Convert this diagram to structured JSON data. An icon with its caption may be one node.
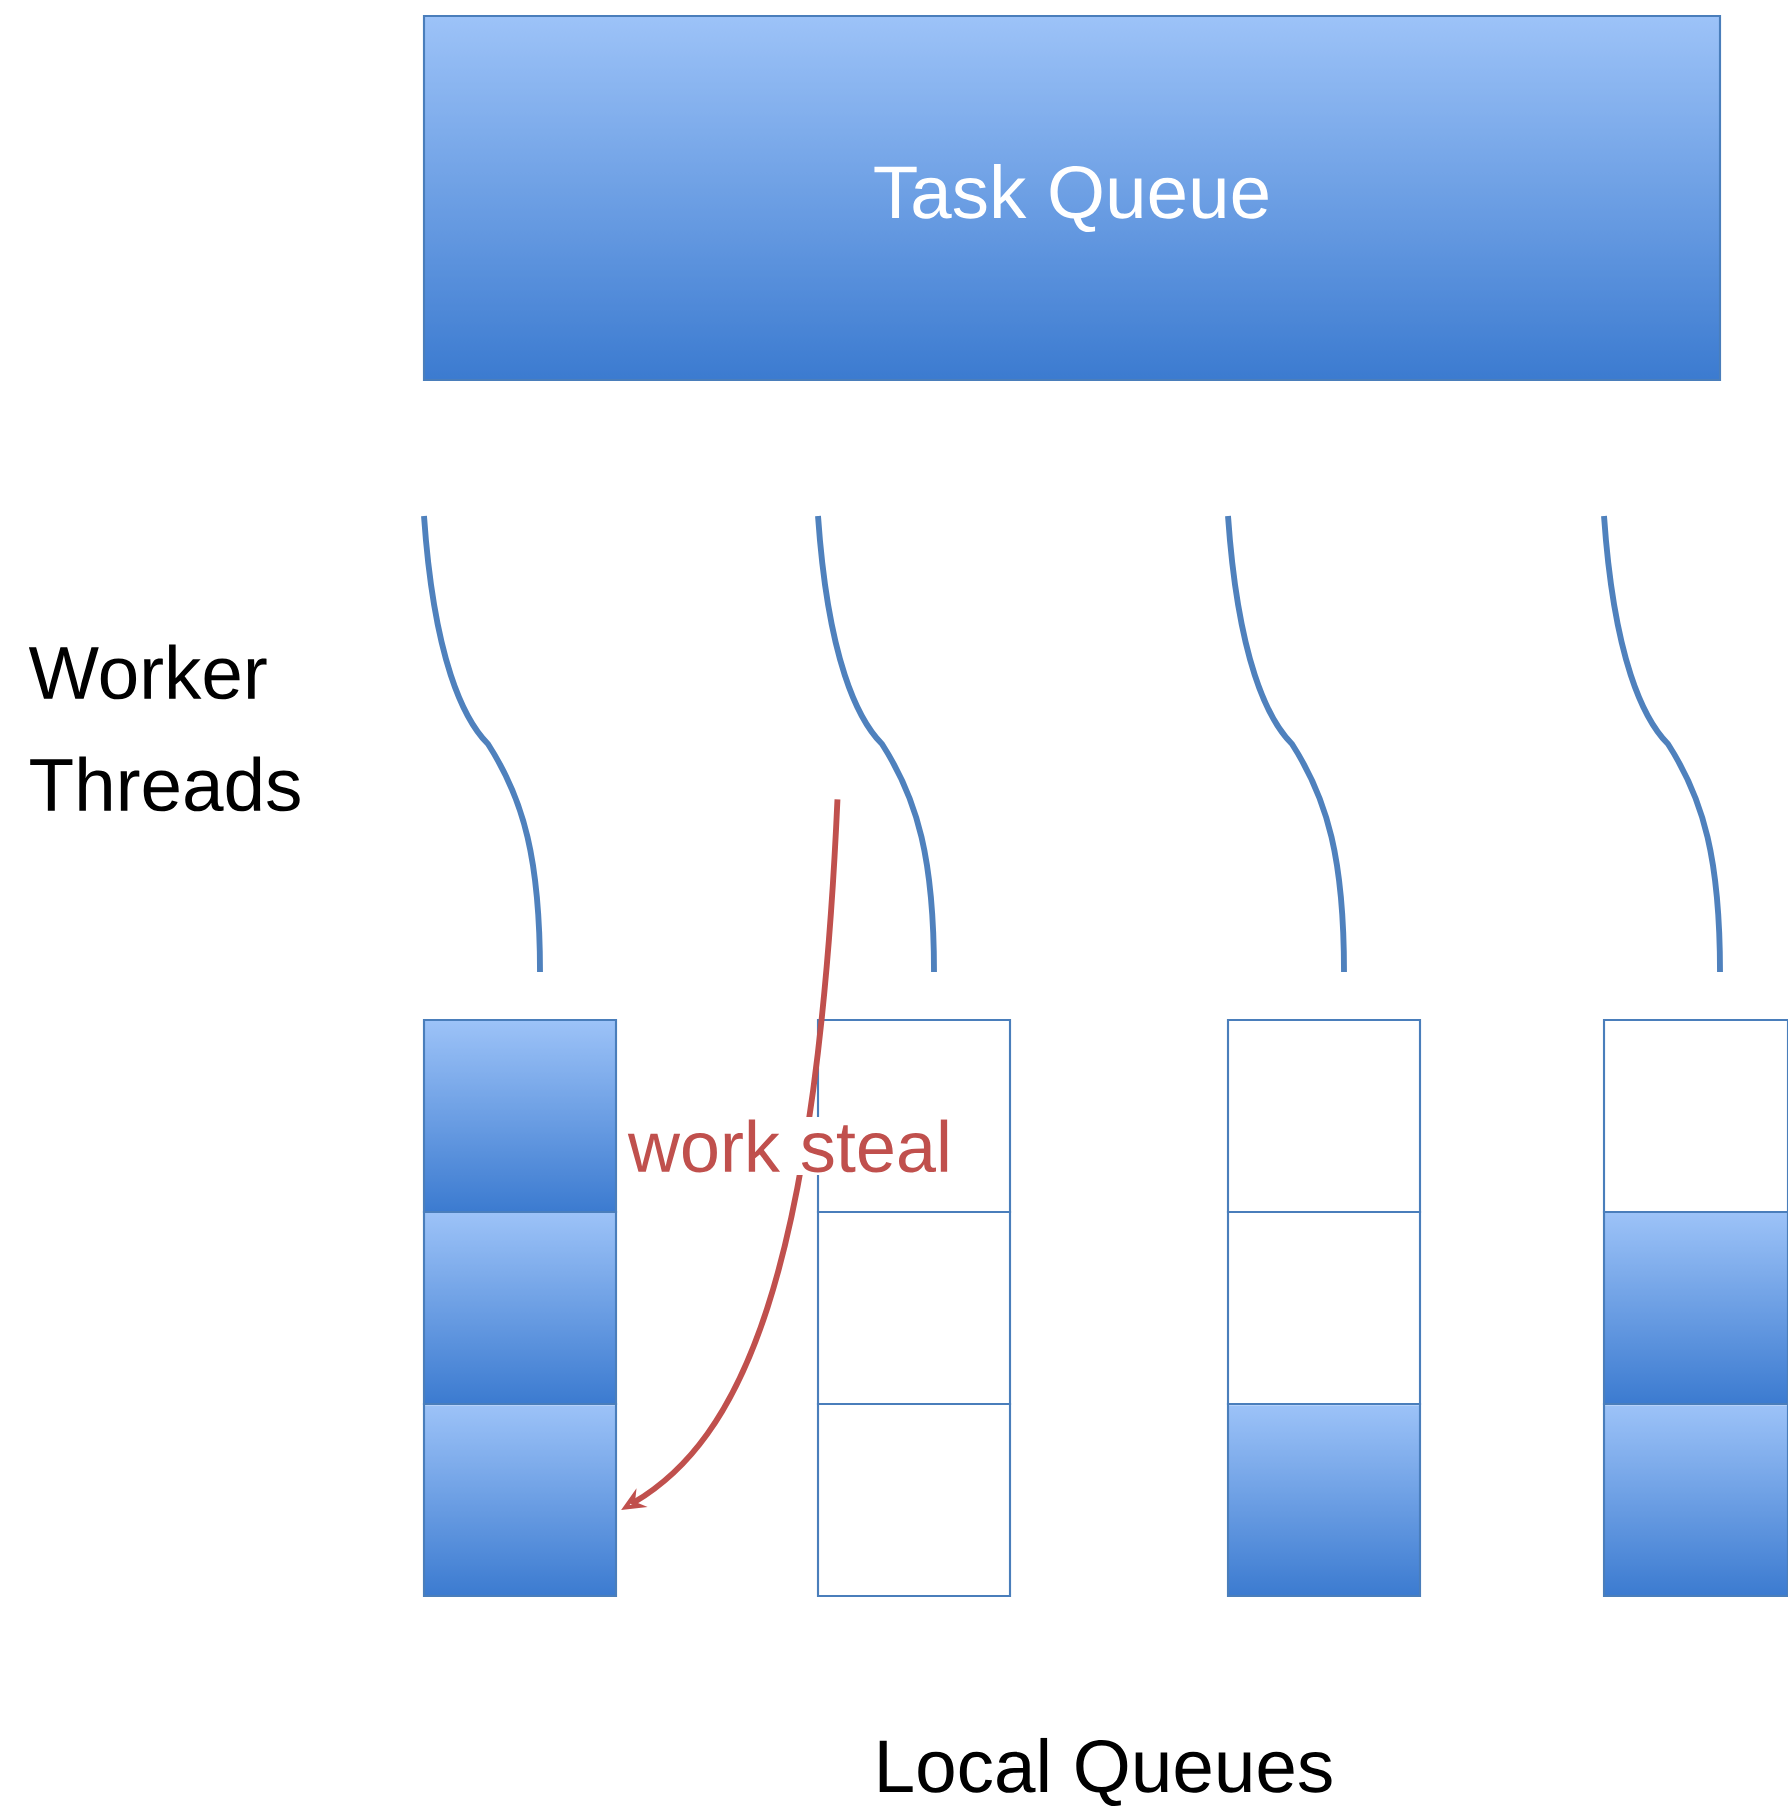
{
  "diagram": {
    "nodes": [
      {
        "text": [
          "Task Queue"
        ]
      },
      {
        "text": [],
        "shape": "curve"
      },
      {
        "text": [],
        "shape": "curve"
      },
      {
        "text": [],
        "shape": "curve"
      },
      {
        "text": [],
        "shape": "curve"
      },
      {
        "text": [],
        "shape": "box"
      },
      {
        "text": [],
        "shape": "box"
      },
      {
        "text": [],
        "shape": "box"
      },
      {
        "text": [],
        "shape": "box"
      },
      {
        "text": [],
        "shape": "box"
      },
      {
        "text": [],
        "shape": "box"
      },
      {
        "text": [],
        "shape": "box"
      },
      {
        "text": [],
        "shape": "box"
      },
      {
        "text": [],
        "shape": "box"
      },
      {
        "text": [],
        "shape": "box"
      },
      {
        "text": [],
        "shape": "box"
      },
      {
        "text": [],
        "shape": "box"
      }
    ],
    "edges": [
      {
        "from": 2,
        "to": 7,
        "arrow": "to",
        "label": "work steal",
        "color": "#c0504d"
      }
    ],
    "labels": [
      "Worker Threads",
      "Local Queues"
    ]
  }
}
